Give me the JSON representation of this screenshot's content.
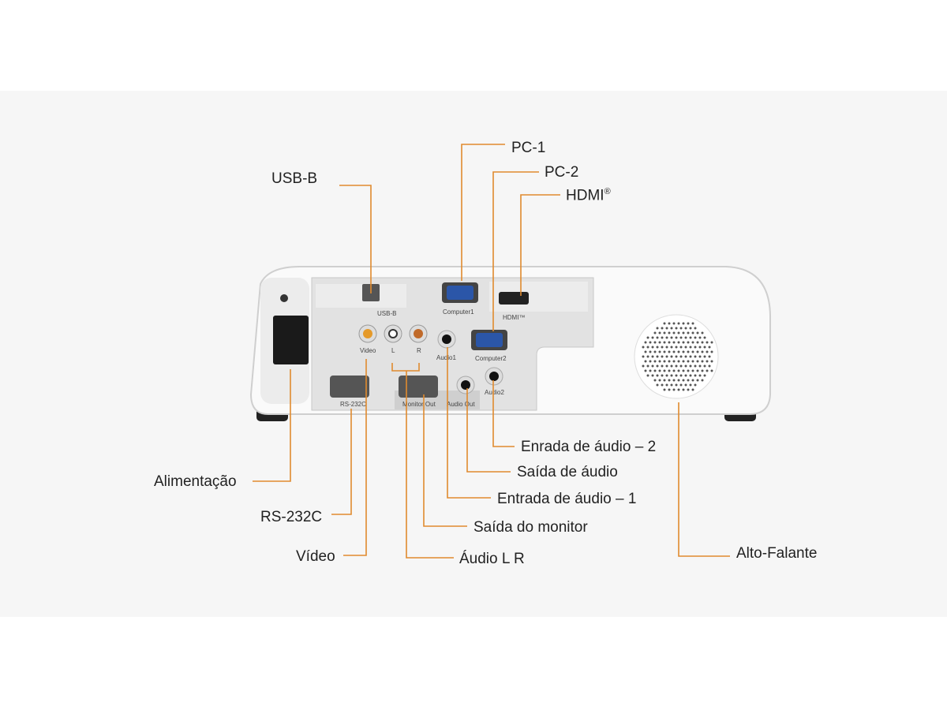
{
  "colors": {
    "leader": "#e08a2e",
    "background": "#f6f6f6"
  },
  "callouts": {
    "pc1": "PC-1",
    "pc2": "PC-2",
    "hdmi": "HDMI",
    "hdmi_mark": "®",
    "usb_b": "USB-B",
    "power": "Alimentação",
    "rs232c": "RS-232C",
    "video": "Vídeo",
    "audio_lr": "Áudio L R",
    "monitor_out": "Saída do monitor",
    "audio_in_1": "Entrada de áudio – 1",
    "audio_out": "Saída de áudio",
    "audio_in_2": "Enrada de áudio – 2",
    "speaker": "Alto-Falante"
  },
  "panel_labels": {
    "usb_b": "USB-B",
    "computer1": "Computer1",
    "hdmi": "HDMI™",
    "video": "Video",
    "l": "L",
    "r": "R",
    "audio1": "Audio1",
    "computer2": "Computer2",
    "audio2": "Audio2",
    "rs232c": "RS-232C",
    "monitor_out": "Monitor Out",
    "audio_out": "Audio Out"
  }
}
